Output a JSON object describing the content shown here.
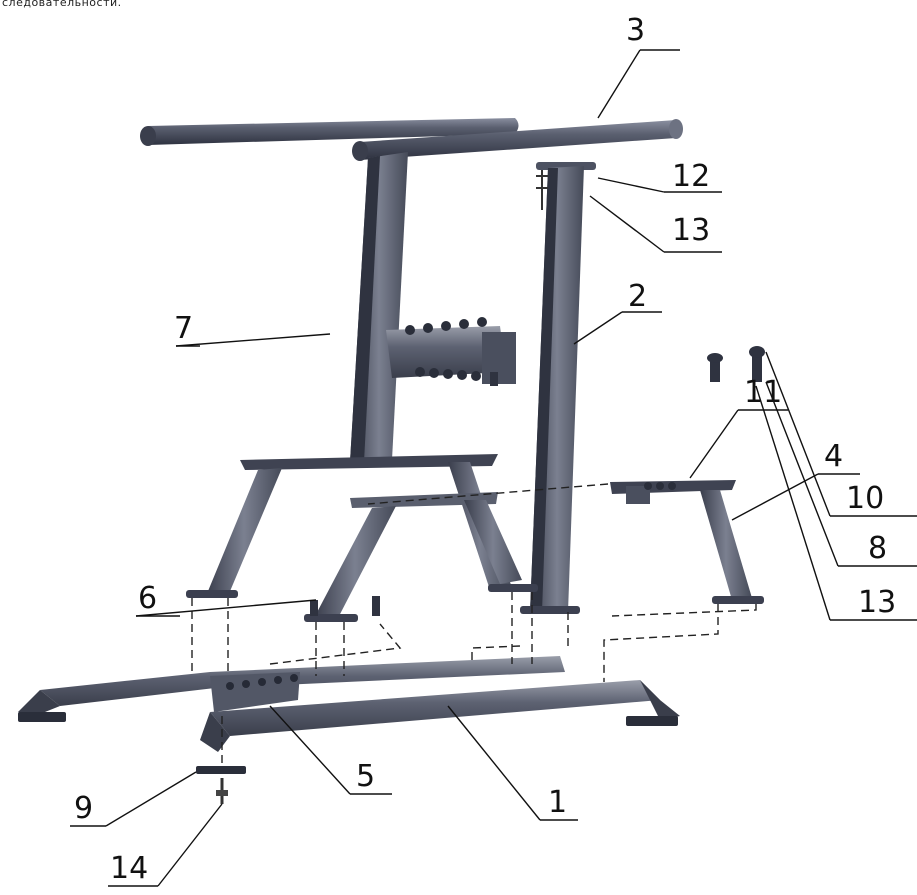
{
  "caption": "следовательности.",
  "callouts": [
    "3",
    "12",
    "13",
    "2",
    "11",
    "4",
    "10",
    "7",
    "8",
    "6",
    "13",
    "5",
    "1",
    "9",
    "14"
  ],
  "colors": {
    "frame_dark": "#454a5a",
    "frame_mid": "#6b7080",
    "frame_light": "#a9adb8",
    "leader": "#111111"
  }
}
